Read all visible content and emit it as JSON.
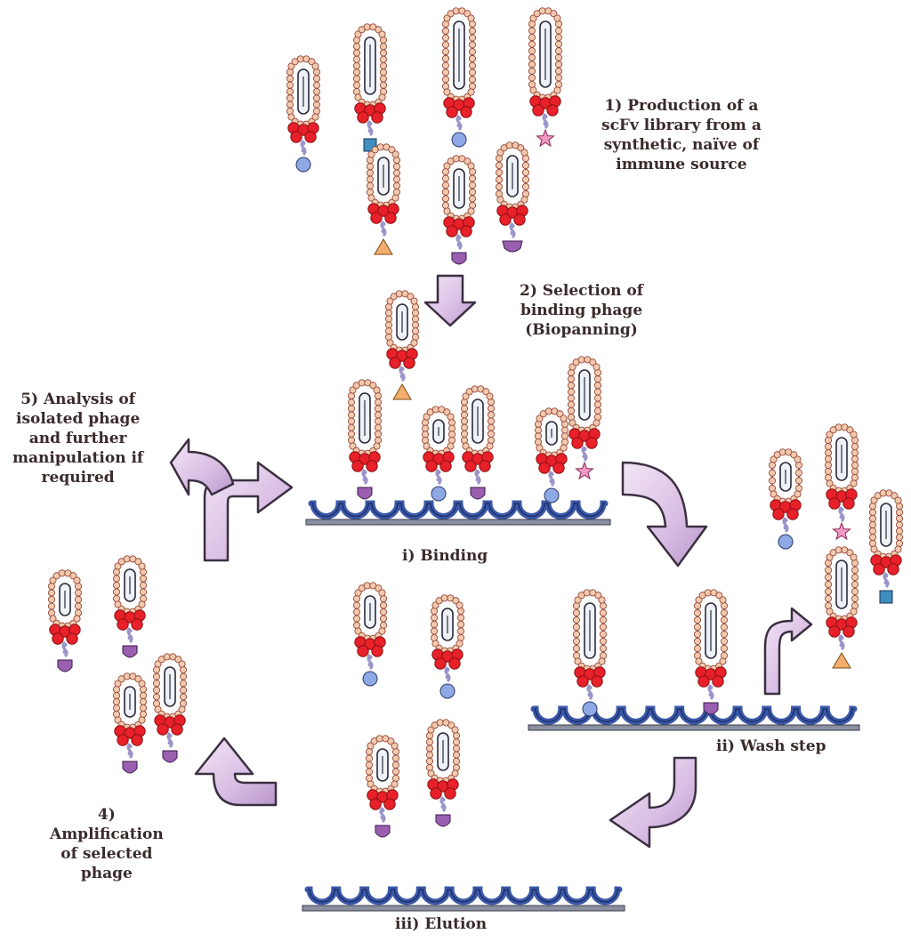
{
  "steps": {
    "production": [
      "1) Production of a",
      "scFv library from a",
      "synthetic, naïve of",
      "immune source"
    ],
    "selection": [
      "2) Selection of",
      "binding phage",
      "(Biopanning)"
    ],
    "binding": "i) Binding",
    "wash": "ii) Wash step",
    "elution": "iii) Elution",
    "amplification": [
      "4)",
      "Amplification",
      "of selected",
      "phage"
    ],
    "analysis": [
      "5) Analysis of",
      "isolated phage",
      "and further",
      "manipulation if",
      "required"
    ]
  },
  "colors": {
    "capsid_bead": "#f3c9ae",
    "capsid_outline": "#8a3a2a",
    "core": "#eef2f7",
    "pIII": "#e8202a",
    "linker": "#9a95c9",
    "antigen_circle": "#8fa8e6",
    "antigen_square": "#3f8fc0",
    "antigen_star": "#f39ac4",
    "antigen_triangle": "#f2ae6a",
    "antigen_cup": "#9b5fb0",
    "plate_wells": "#3a58a8",
    "plate_base": "#8a90a0",
    "arrow_fill": "#d8bce3",
    "arrow_outline": "#3a3040"
  }
}
